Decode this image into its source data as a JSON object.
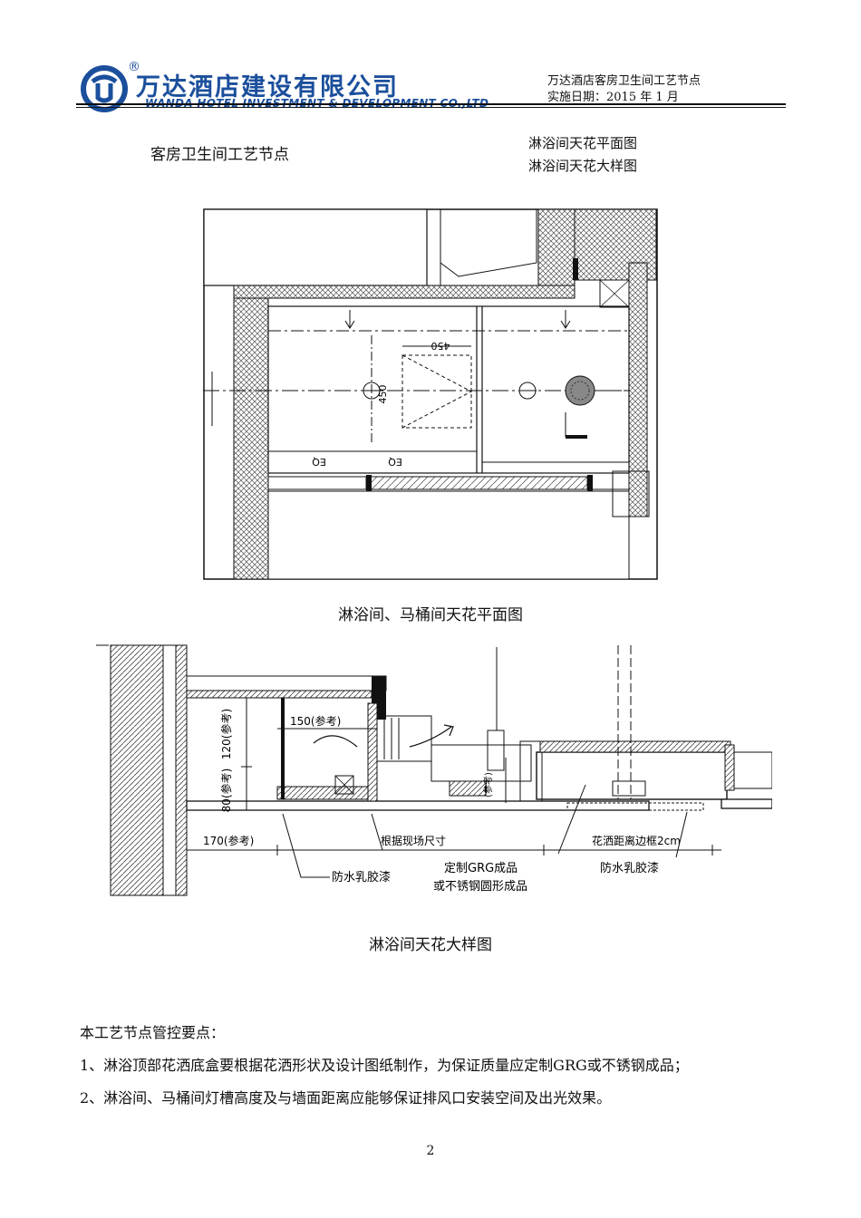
{
  "header": {
    "company_cn": "万达酒店建设有限公司",
    "company_en": "WANDA HOTEL INVESTMENT & DEVELOPMENT CO.,LTD",
    "registered_mark": "®",
    "doc_title": "万达酒店客房卫生间工艺节点",
    "doc_date": "实施日期：2015 年 1 月"
  },
  "section_title": "客房卫生间工艺节点",
  "sub_titles": [
    "淋浴间天花平面图",
    "淋浴间天花大样图"
  ],
  "plan": {
    "caption": "淋浴间、马桶间天花平面图",
    "dims": [
      "450",
      "450"
    ],
    "labels": [
      "EQ",
      "EQ"
    ]
  },
  "detail": {
    "caption": "淋浴间天花大样图",
    "dim_150": "150(参考)",
    "dim_120": "120(参考)",
    "dim_80": "80(参考)",
    "dim_170": "170(参考)",
    "dim_mid": "根据现场尺寸",
    "dim_small": "(参考)",
    "dim_right": "花洒距离边框2cm",
    "label_waterproof_1": "防水乳胶漆",
    "label_grg_1": "定制GRG成品",
    "label_grg_2": "或不锈钢圆形成品",
    "label_waterproof_2": "防水乳胶漆"
  },
  "notes": {
    "heading": "本工艺节点管控要点：",
    "items": [
      "1、淋浴顶部花洒底盒要根据花洒形状及设计图纸制作，为保证质量应定制GRG或不锈钢成品；",
      "2、淋浴间、马桶间灯槽高度及与墙面距离应能够保证排风口安装空间及出光效果。"
    ]
  },
  "page_number": "2",
  "colors": {
    "brand": "#1b4f9c",
    "line": "#111111"
  }
}
